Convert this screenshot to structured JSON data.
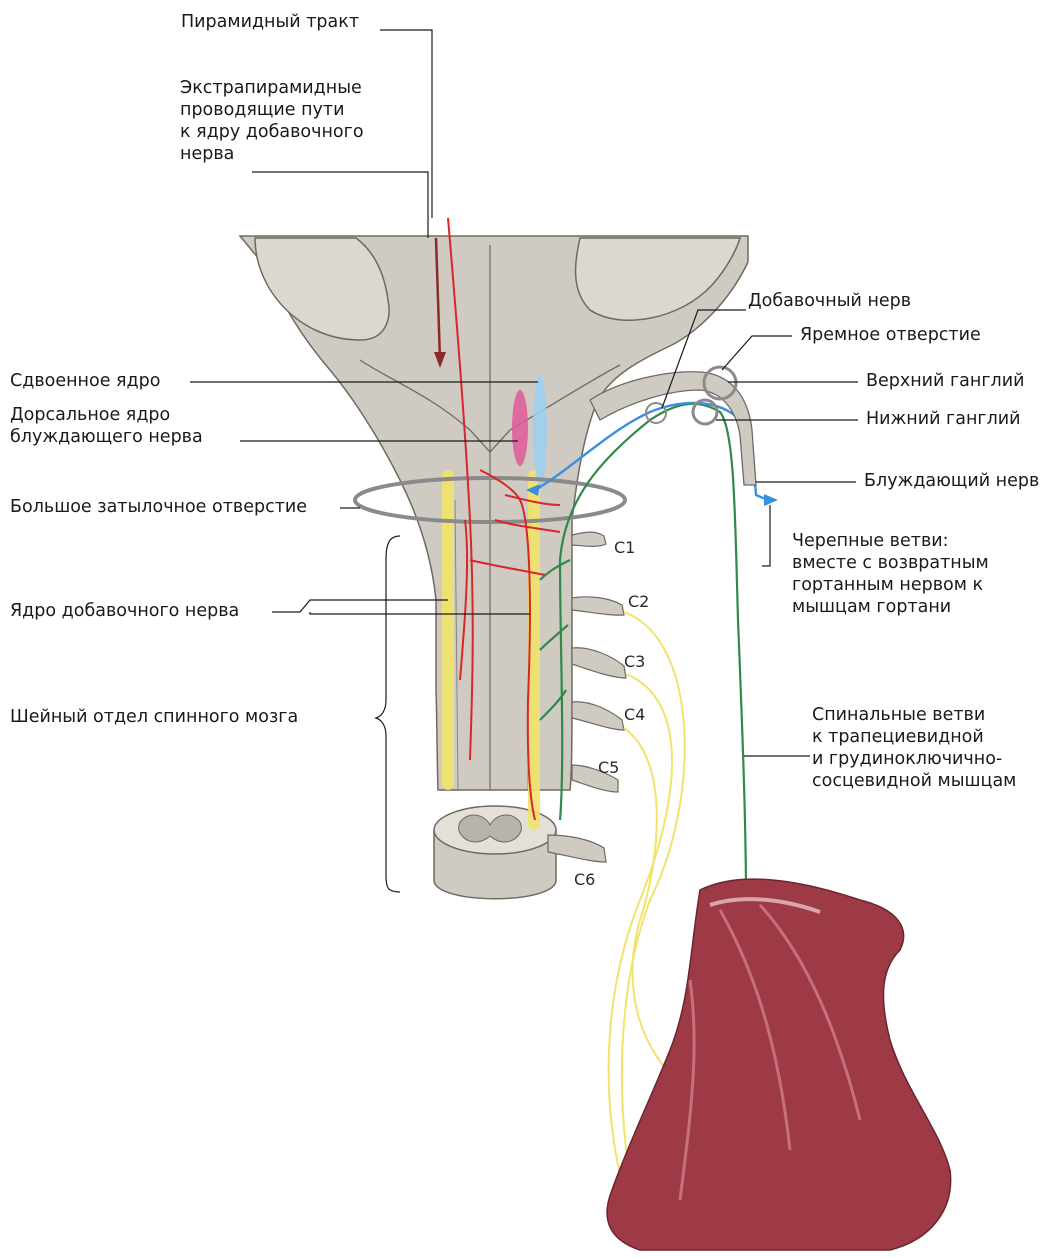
{
  "labels": {
    "pyramidal_tract": "Пирамидный тракт",
    "extrapyramidal": [
      "Экстрапирамидные",
      "проводящие пути",
      "к ядру добавочного",
      "нерва"
    ],
    "nucleus_ambiguus": "Сдвоенное ядро",
    "dorsal_vagus_nucleus": [
      "Дорсальное ядро",
      "блуждающего нерва"
    ],
    "foramen_magnum": "Большое затылочное отверстие",
    "accessory_nucleus": "Ядро добавочного нерва",
    "cervical_cord": "Шейный отдел спинного мозга",
    "accessory_nerve": "Добавочный нерв",
    "jugular_foramen": "Яремное отверстие",
    "superior_ganglion": "Верхний ганглий",
    "inferior_ganglion": "Нижний ганглий",
    "vagus_nerve": "Блуждающий нерв",
    "cranial_branches": [
      "Черепные ветви:",
      "вместе с возвратным",
      "гортанным нервом к",
      "мышцам гортани"
    ],
    "spinal_branches": [
      "Спинальные ветви",
      "к трапециевидной",
      "и грудиноключично-",
      "сосцевидной мышцам"
    ]
  },
  "cervical_levels": [
    "C1",
    "C2",
    "C3",
    "C4",
    "C5",
    "C6"
  ],
  "colors": {
    "brainstem": "#cfcbc3",
    "brainstem_outline": "#6e6a62",
    "pyramidal": "#d9262b",
    "extrapyramidal": "#d9262b",
    "accessory_nerve": "#2f8a48",
    "vagus": "#3b8fe0",
    "spinal_root": "#f1e36b",
    "ambiguus_nucleus": "#9fcff0",
    "dorsal_nucleus": "#e05b9a",
    "muscle": "#9e3a45",
    "ring": "#8a8a8a"
  }
}
